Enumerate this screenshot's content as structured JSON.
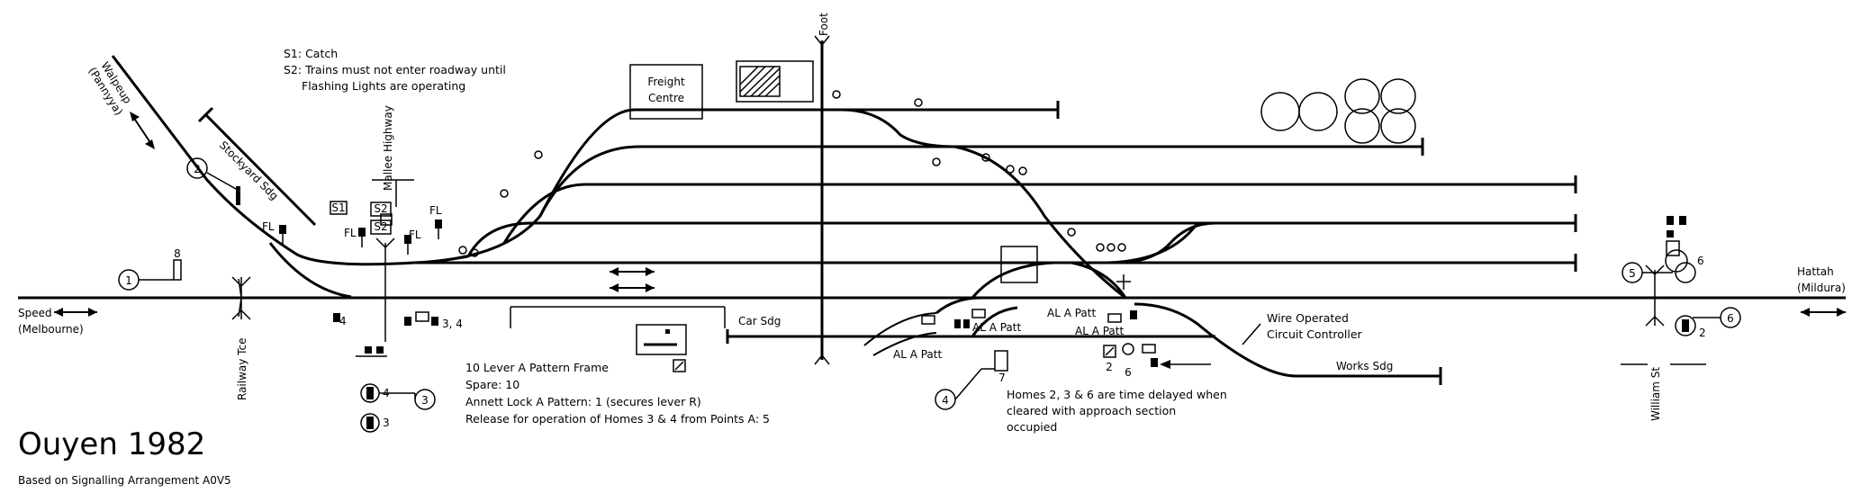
{
  "diagram": {
    "title": "Ouyen 1982",
    "subtitle": "Based on Signalling Arrangement A0V5",
    "notes_top": [
      "S1: Catch",
      "S2: Trains must not enter roadway until",
      "Flashing Lights are operating"
    ],
    "frame_notes": [
      "10 Lever A Pattern Frame",
      "Spare: 10",
      "Annett Lock A Pattern: 1 (secures lever R)",
      "Release for operation of Homes 3 & 4 from Points A: 5"
    ],
    "homes_notes": [
      "Homes 2, 3 & 6 are time delayed when",
      "cleared with approach section",
      "occupied"
    ],
    "wire_controller": [
      "Wire Operated",
      "Circuit Controller"
    ],
    "place_labels": {
      "walpeup": "Walpeup",
      "pannyya": "(Pannyya)",
      "stockyard_sdg": "Stockyard Sdg",
      "mallee_highway": "Mallee Highway",
      "freight_centre_1": "Freight",
      "freight_centre_2": "Centre",
      "foot": "Foot",
      "speed": "Speed",
      "melbourne": "(Melbourne)",
      "railway_tce": "Railway Tce",
      "car_sdg": "Car Sdg",
      "works_sdg": "Works Sdg",
      "hattah": "Hattah",
      "mildura": "(Mildura)",
      "william_st": "William St"
    },
    "equipment_labels": {
      "s1": "S1",
      "s2": "S2",
      "fl": "FL",
      "al_a_patt": "AL A Patt",
      "lever_3_4": "3, 4"
    },
    "numbers": {
      "n1": "1",
      "n2": "2",
      "n3": "3",
      "n4": "4",
      "n5": "5",
      "n6": "6",
      "n7": "7",
      "n8": "8"
    }
  }
}
